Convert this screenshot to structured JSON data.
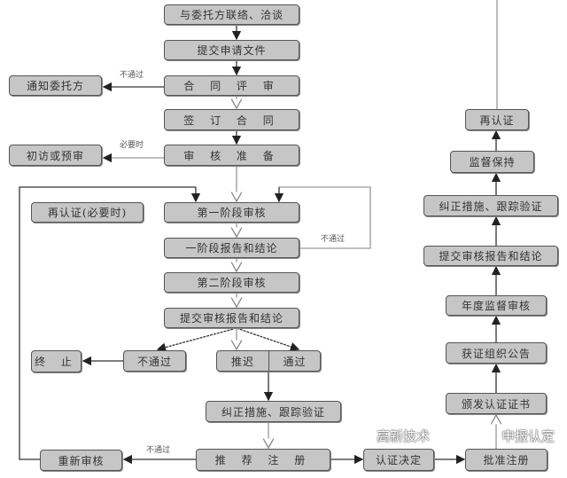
{
  "left_flow": {
    "contact": "与委托方联络、洽谈",
    "submit_application": "提交申请文件",
    "contract_review": "合 同 评 审",
    "notify_client": "通知委托方",
    "sign_contract": "签 订 合 同",
    "audit_prep": "审 核 准 备",
    "pre_visit": "初访或预审",
    "recert_if_needed": "再认证(必要时)",
    "stage1_audit": "第一阶段审核",
    "stage1_report": "一阶段报告和结论",
    "stage2_audit": "第二阶段审核",
    "submit_report": "提交审核报告和结论",
    "terminate": "终 止",
    "fail": "不通过",
    "postpone": "推迟",
    "pass": "通过",
    "corrective": "纠正措施、跟踪验证",
    "re_audit": "重新审核",
    "recommend": "推 荐 注 册",
    "cert_decision": "认证决定"
  },
  "right_flow": {
    "approve": "批准注册",
    "issue_cert": "颁发认证证书",
    "announce": "获证组织公告",
    "annual_audit": "年度监督审核",
    "submit_report": "提交审核报告和结论",
    "corrective": "纠正措施、跟踪验证",
    "maintain": "监督保持",
    "recert": "再认证"
  },
  "edge_labels": {
    "fail_contract": "不通过",
    "when_needed": "必要时",
    "fail_stage1": "不通过",
    "fail_recommend": "不通过"
  },
  "watermark": {
    "part1": "高新技术",
    "part2": "申报认定"
  }
}
